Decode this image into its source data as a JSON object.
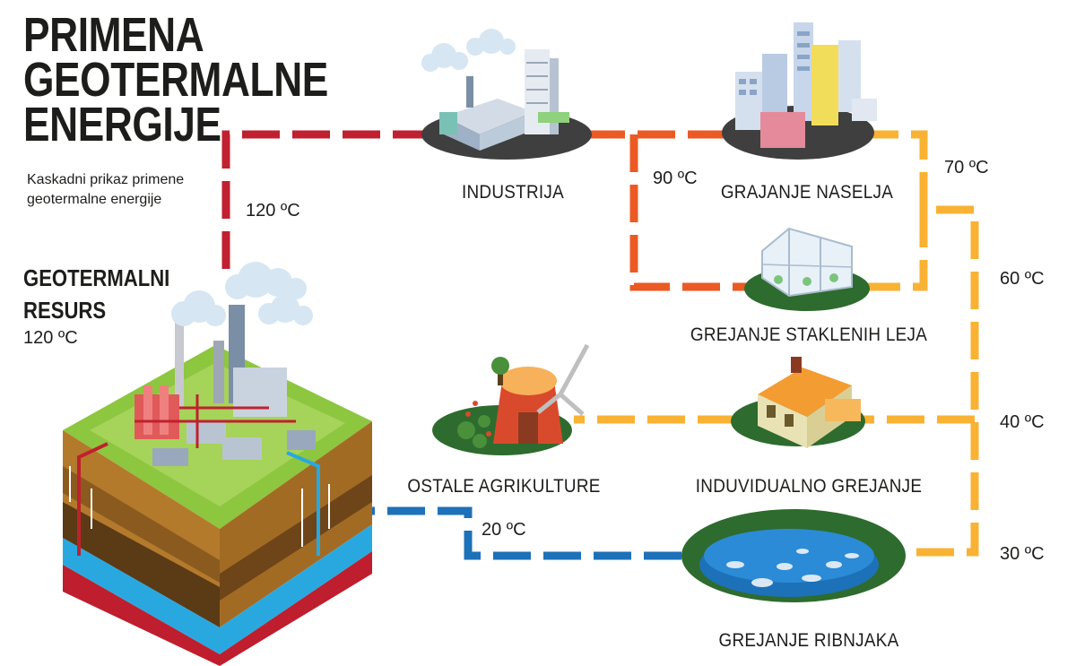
{
  "title": {
    "line1": "PRIMENA",
    "line2": "GEOTERMALNE",
    "line3": "ENERGIJE"
  },
  "subtitle": "Kaskadni prikaz primene geotermalne energije",
  "resource": {
    "title_line1": "GEOTERMALNI",
    "title_line2": "RESURS",
    "temperature": "120 ºC"
  },
  "nodes": {
    "industry": "INDUSTRIJA",
    "settlement": "GRAJANJE NASELJA",
    "greenhouse": "GREJANJE STAKLENIH LEJA",
    "agriculture": "OSTALE AGRIKULTURE",
    "individual": "INDUVIDUALNO GREJANJE",
    "fishpond": "GREJANJE RIBNJAKA"
  },
  "temperatures": {
    "t120": "120 ºC",
    "t90": "90 ºC",
    "t70": "70 ºC",
    "t60": "60 ºC",
    "t40": "40 ºC",
    "t30": "30 ºC",
    "t20": "20 ºC"
  },
  "colors": {
    "pipe_hot": "#c0202f",
    "pipe_90": "#ec5a24",
    "pipe_warm": "#f9b233",
    "pipe_cold": "#1d71b8",
    "ground_green": "#8dc63f",
    "island_dark": "#4a4a4a",
    "island_green": "#2e6b2e"
  },
  "icons": [
    "factory-icon",
    "city-buildings-icon",
    "greenhouse-icon",
    "windmill-icon",
    "house-icon",
    "fish-pond-icon",
    "geothermal-plant-icon",
    "cloud-icon"
  ]
}
